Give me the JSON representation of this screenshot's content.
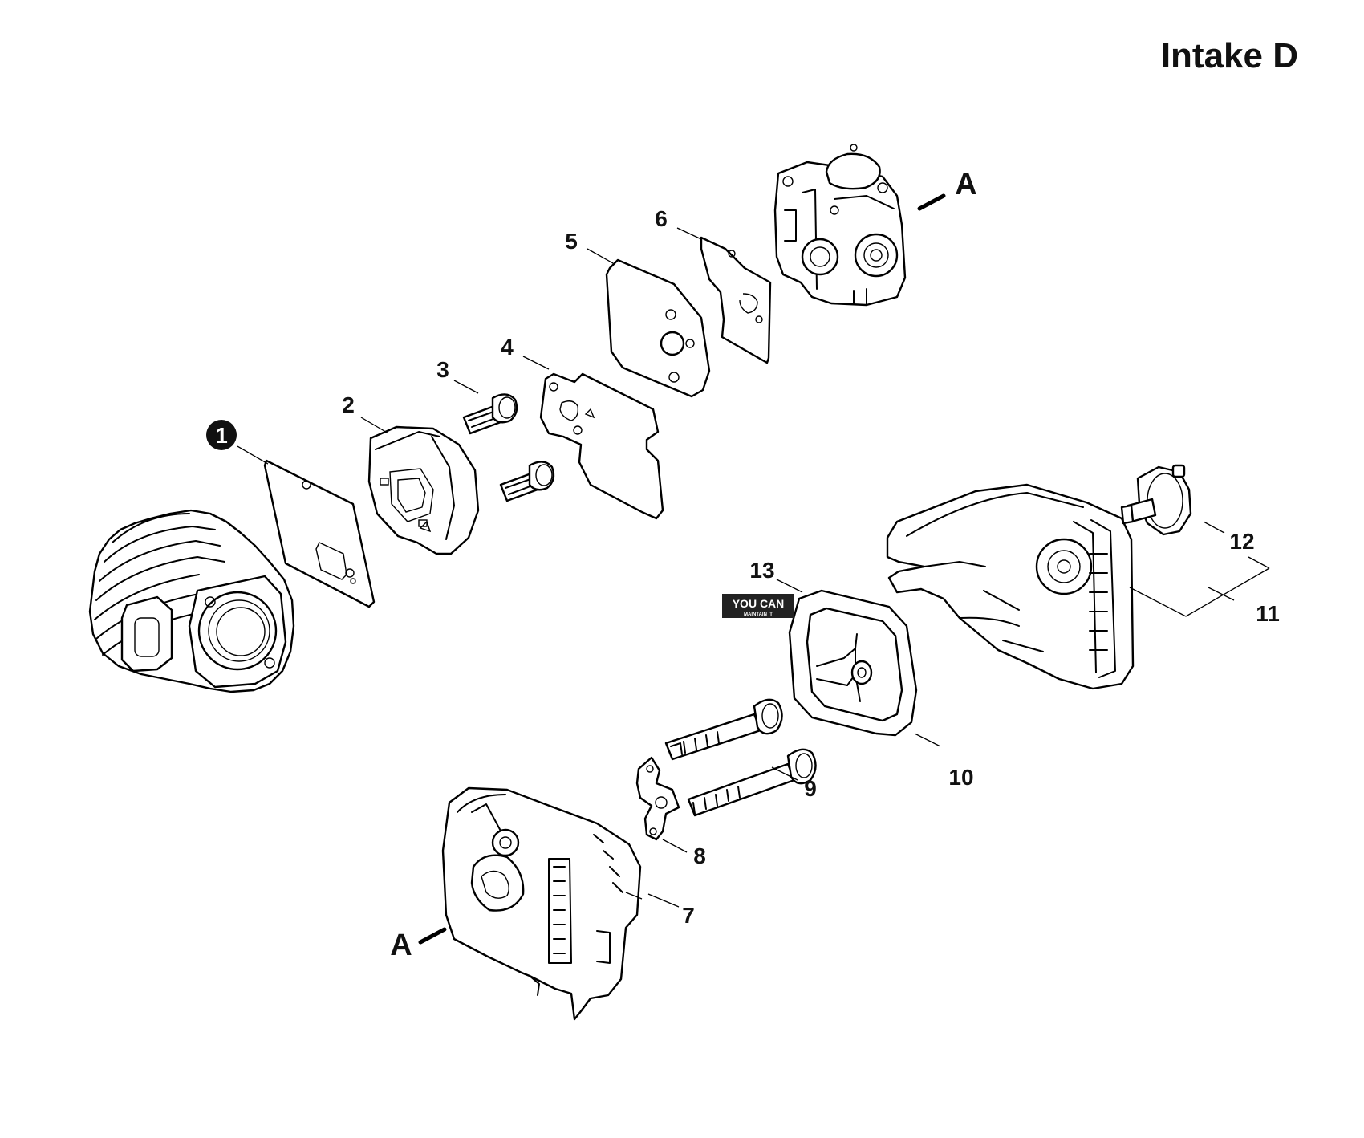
{
  "title": "Intake D",
  "callouts": {
    "c1": "1",
    "c2": "2",
    "c3": "3",
    "c4": "4",
    "c5": "5",
    "c6": "6",
    "c7": "7",
    "c8": "8",
    "c9": "9",
    "c10": "10",
    "c11": "11",
    "c12": "12",
    "c13": "13"
  },
  "reference_marks": {
    "a_top": "A",
    "a_bottom": "A"
  },
  "watermark": {
    "line1": "YOU  CAN",
    "line2": "MAINTAIN IT"
  },
  "icons": [
    "circled-1-icon",
    "cylinder-icon",
    "carburetor-icon",
    "air-filter-icon",
    "bolt-icon"
  ]
}
